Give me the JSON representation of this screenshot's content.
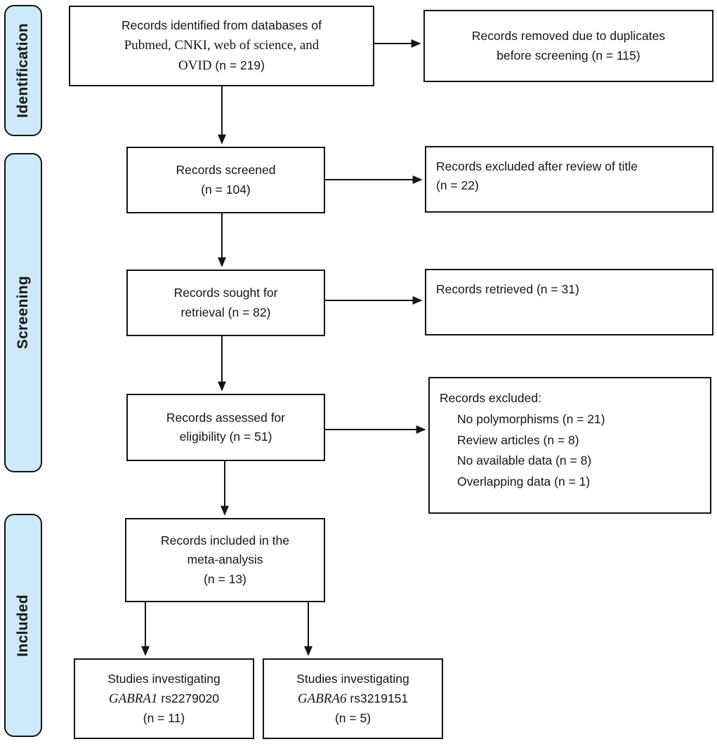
{
  "figure": {
    "kind": "PRISMA flow diagram",
    "stage_fill_color": "#cde9fa",
    "line_color": "#141414"
  },
  "sidebar": {
    "stages": [
      {
        "label": "Identification"
      },
      {
        "label": "Screening"
      },
      {
        "label": "Included"
      }
    ]
  },
  "flow": {
    "identified": {
      "line1": "Records identified from databases of",
      "line2": "Pubmed, CNKI, web of science, and",
      "line3_db": "OVID",
      "line3_count": " (n = 219)"
    },
    "removed_duplicates": {
      "line1": "Records removed due to duplicates",
      "line2": "before screening (n = 115)"
    },
    "screened": {
      "line1": "Records screened",
      "line2": "(n = 104)"
    },
    "excluded_title_review": {
      "line1": "Records excluded after review of title",
      "line2": "(n = 22)"
    },
    "sought": {
      "line1": "Records sought for",
      "line2": "retrieval (n = 82)"
    },
    "retrieved": {
      "line1": "Records retrieved (n = 31)"
    },
    "assessed": {
      "line1": "Records assessed for",
      "line2": "eligibility (n = 51)"
    },
    "excluded_reasons": {
      "header": "Records excluded:",
      "items": [
        "No polymorphisms (n = 21)",
        "Review articles (n = 8)",
        "No available data (n = 8)",
        "Overlapping data (n = 1)"
      ]
    },
    "included_meta": {
      "line1": "Records included in the",
      "line2": "meta-analysis",
      "line3": "(n = 13)"
    },
    "gabra1": {
      "line1": "Studies investigating",
      "gene": "GABRA1",
      "snp": " rs2279020",
      "count": "(n = 11)"
    },
    "gabra6": {
      "line1": "Studies investigating",
      "gene": "GABRA6",
      "snp": " rs3219151",
      "count": "(n = 5)"
    }
  }
}
